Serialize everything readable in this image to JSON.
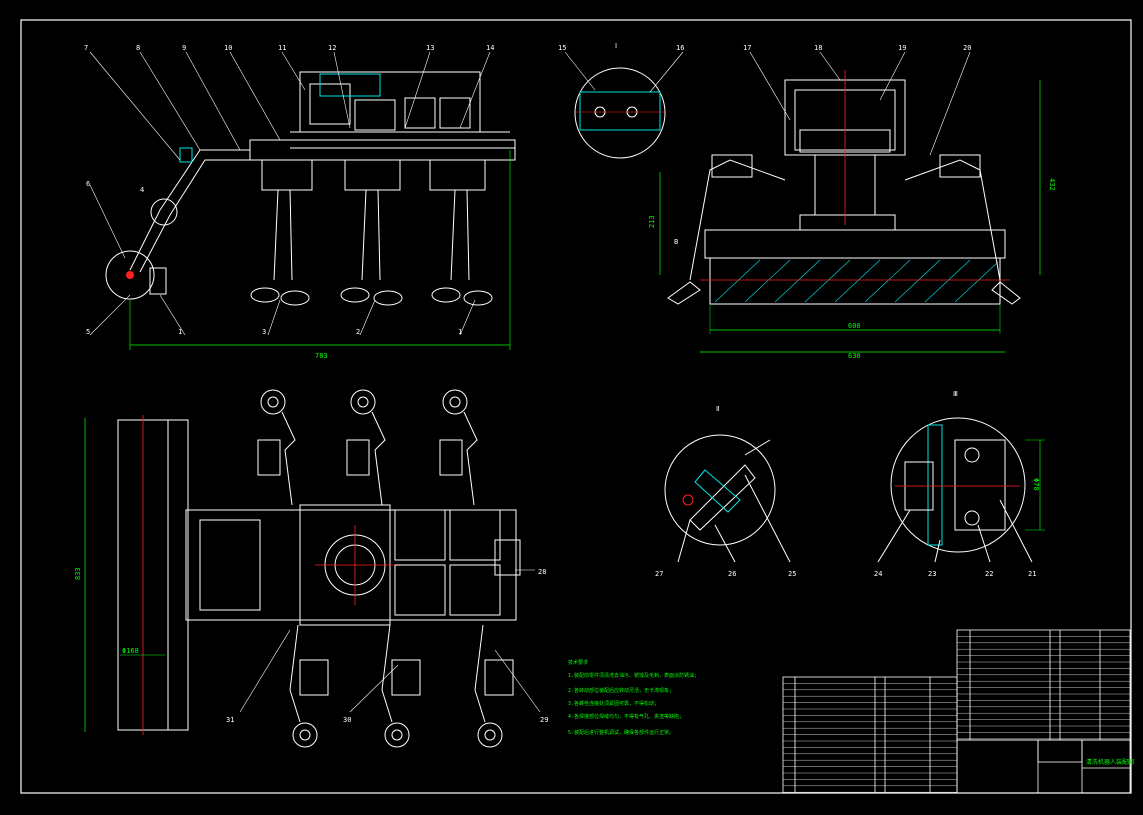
{
  "colors": {
    "background": "#000000",
    "outline": "#ffffff",
    "dimension": "#00ff00",
    "centerline": "#ff2020",
    "hatch": "#00e5e5"
  },
  "part_numbers_top_left": [
    "7",
    "8",
    "9",
    "10",
    "11",
    "12",
    "13",
    "14",
    "6",
    "4",
    "5",
    "1",
    "3",
    "2",
    "1"
  ],
  "part_numbers_top_right": [
    "15",
    "16",
    "17",
    "18",
    "19",
    "20"
  ],
  "part_numbers_bottom": [
    "28",
    "31",
    "30",
    "29",
    "27",
    "26",
    "25",
    "24",
    "23",
    "22",
    "21"
  ],
  "dimensions": {
    "front_width": "783",
    "side_height": "432",
    "side_left_height": "213",
    "roller_length": "600",
    "overall_width": "630",
    "plan_length": "833",
    "roller_diameter": "Φ168",
    "detail_height": "Φ70"
  },
  "view_marks": {
    "view_a": "Ⅰ",
    "detail_b": "Ⅱ",
    "detail_c": "Ⅲ",
    "side_marker": "B"
  },
  "notes": {
    "heading": "技术要求",
    "lines": [
      "1.装配前零件须清洗去油污、锈蚀及毛刺，表面涂防锈油；",
      "2.各转动部位装配后应转动灵活，无卡滞现象；",
      "3.各螺栓连接处须紧固可靠，不得松动；",
      "4.各焊接部位焊缝均匀，不得有气孔、夹渣等缺陷；",
      "5.装配后进行整机调试，确保各部件运行正常。"
    ]
  },
  "title_block": {
    "drawing_name": "清洗机器人装配图"
  }
}
